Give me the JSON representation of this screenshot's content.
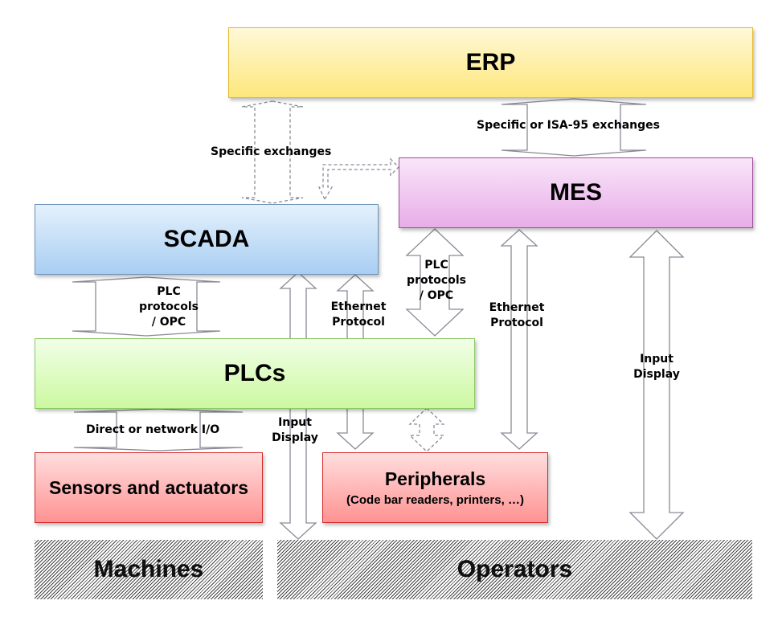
{
  "title": "ERP / MES / SCADA / PLC integration architecture",
  "colors": {
    "erp": "#fde77c",
    "mes": "#e8ade8",
    "scada": "#a9cef3",
    "plcs": "#ccf8a0",
    "field": "#ff9292",
    "arrow_stroke": "#8a8a96"
  },
  "layers": {
    "erp": "ERP",
    "mes": "MES",
    "scada": "SCADA",
    "plcs": "PLCs",
    "sensors": "Sensors and actuators",
    "peripherals": "Peripherals",
    "peripherals_sub": "(Code bar readers, printers, …)",
    "machines": "Machines",
    "operators": "Operators"
  },
  "connections": {
    "erp_scada": "Specific exchanges",
    "erp_mes": "Specific or ISA-95 exchanges",
    "scada_plcs": [
      "PLC",
      "protocols",
      "/ OPC"
    ],
    "mes_plcs": [
      "PLC",
      "protocols",
      "/ OPC"
    ],
    "scada_peripherals": [
      "Ethernet",
      "Protocol"
    ],
    "mes_peripherals": [
      "Ethernet",
      "Protocol"
    ],
    "scada_operators": [
      "Input",
      "Display"
    ],
    "mes_operators": [
      "Input",
      "Display"
    ],
    "plcs_sensors": "Direct or network I/O"
  }
}
